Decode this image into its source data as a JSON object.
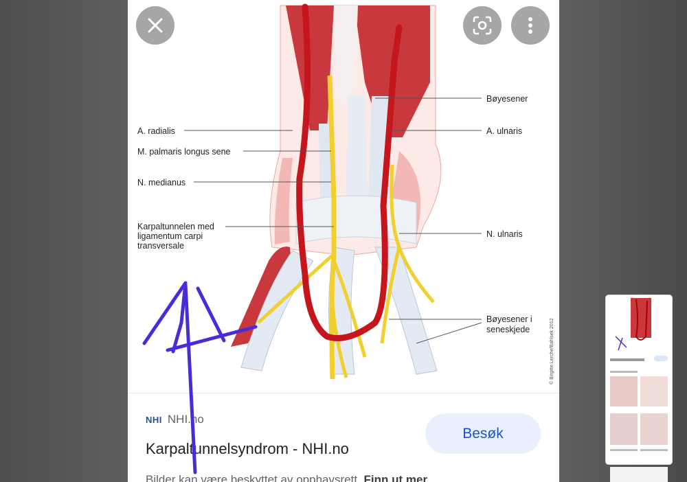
{
  "figure": {
    "labels_left": [
      "A. radialis",
      "M. palmaris longus sene",
      "N. medianus",
      "Karpaltunnelen med",
      "ligamentum carpi",
      "transversale"
    ],
    "labels_right": [
      "Bøyesener",
      "A. ulnaris",
      "N. ulnaris",
      "Bøyesener i",
      "seneskjede"
    ],
    "credit": "© Birgitte Lerche/Bahlsek 2012"
  },
  "controls": {
    "close_icon": "close-icon",
    "lens_icon": "lens-icon",
    "more_icon": "more-vertical-icon"
  },
  "info": {
    "source_logo": "NHI",
    "source_name": "NHI.no",
    "title": "Karpaltunnelsyndrom - NHI.no",
    "visit_label": "Besøk",
    "copyright_text": "Bilder kan være beskyttet av opphavsrett.",
    "learn_more": "Finn ut mer"
  },
  "colors": {
    "accent": "#1a56c4",
    "visit_bg": "#e8f0fe",
    "annotation": "#4b2bd8",
    "artery": "#c4161c",
    "nerve": "#f1cf2e",
    "muscle": "#c8383c"
  }
}
